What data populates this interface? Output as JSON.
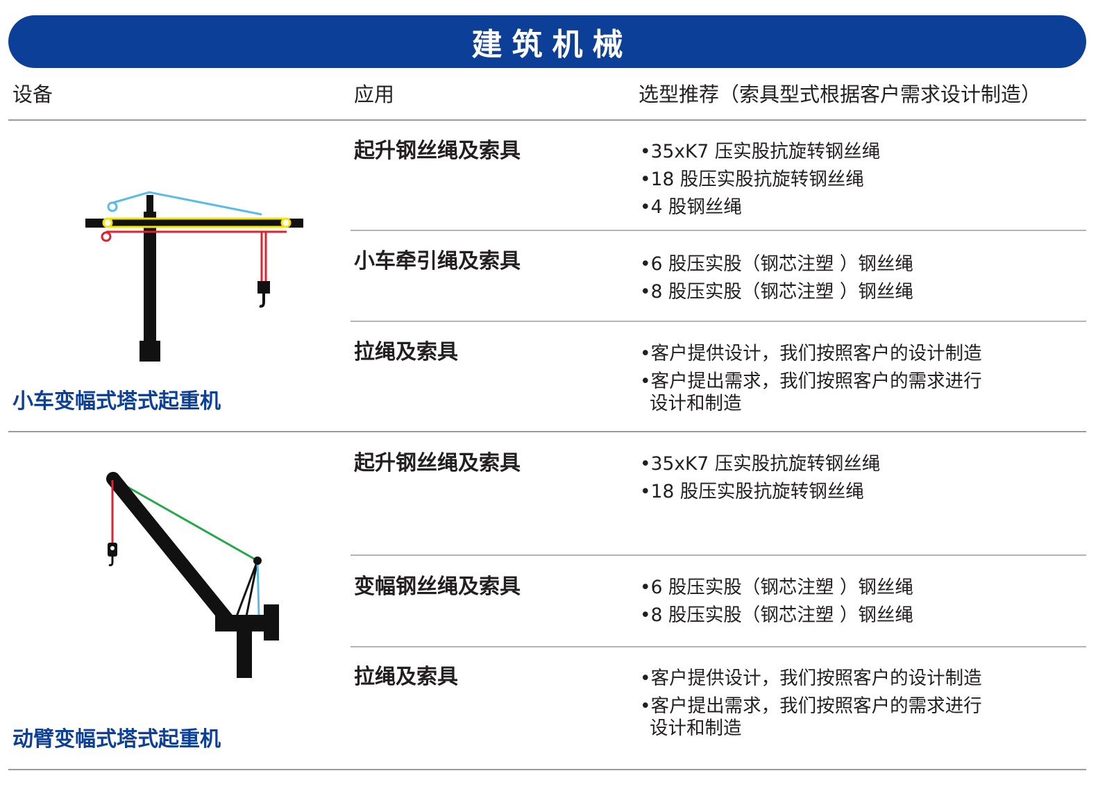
{
  "title": "建筑机械",
  "headers": {
    "equipment": "设备",
    "application": "应用",
    "recommendation": "选型推荐（索具型式根据客户需求设计制造）"
  },
  "sections": [
    {
      "equipment": "小车变幅式塔式起重机",
      "rows": [
        {
          "application": "起升钢丝绳及索具",
          "items": [
            "•35xK7 压实股抗旋转钢丝绳",
            "•18 股压实股抗旋转钢丝绳",
            "•4 股钢丝绳"
          ]
        },
        {
          "application": "小车牵引绳及索具",
          "items": [
            "•6 股压实股（钢芯注塑 ）钢丝绳",
            "•8 股压实股（钢芯注塑 ）钢丝绳"
          ]
        },
        {
          "application": "拉绳及索具",
          "items": [
            "•客户提供设计，我们按照客户的设计制造",
            "•客户提出需求，我们按照客户的需求进行"
          ],
          "continuation": "设计和制造"
        }
      ]
    },
    {
      "equipment": "动臂变幅式塔式起重机",
      "rows": [
        {
          "application": "起升钢丝绳及索具",
          "items": [
            "•35xK7 压实股抗旋转钢丝绳",
            "•18 股压实股抗旋转钢丝绳"
          ]
        },
        {
          "application": "变幅钢丝绳及索具",
          "items": [
            "•6 股压实股（钢芯注塑 ）钢丝绳",
            "•8 股压实股（钢芯注塑 ）钢丝绳"
          ]
        },
        {
          "application": "拉绳及索具",
          "items": [
            "•客户提供设计，我们按照客户的设计制造",
            "•客户提出需求，我们按照客户的需求进行"
          ],
          "continuation": "设计和制造"
        }
      ]
    }
  ],
  "colors": {
    "brand_blue": "#0c3f98",
    "hoist_red": "#e3202c",
    "trolley_blue": "#5bbbe8",
    "trolley_yellow": "#f5e400",
    "luffing_green": "#23a84a"
  },
  "icons": [
    "trolley-tower-crane-icon",
    "luffing-jib-tower-crane-icon"
  ]
}
